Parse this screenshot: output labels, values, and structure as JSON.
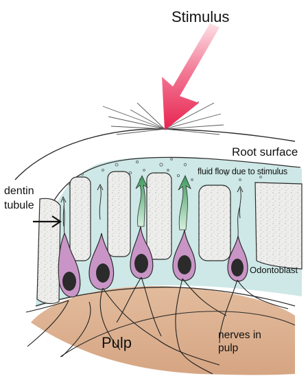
{
  "labels": {
    "stimulus": "Stimulus",
    "root_surface": "Root surface",
    "fluid_flow": "fluid flow due to stimulus",
    "dentin_tubule": "dentin tubule",
    "odontoblast": "Odontoblast",
    "pulp": "Pulp",
    "nerves_in_pulp": "nerves in pulp"
  },
  "colors": {
    "stimulus_arrow": "#e8234f",
    "dentin_fluid": "#cde8e6",
    "pulp": "#d9ad8c",
    "odontoblast": "#c995c6",
    "flow_arrow": "#4faa6a"
  }
}
